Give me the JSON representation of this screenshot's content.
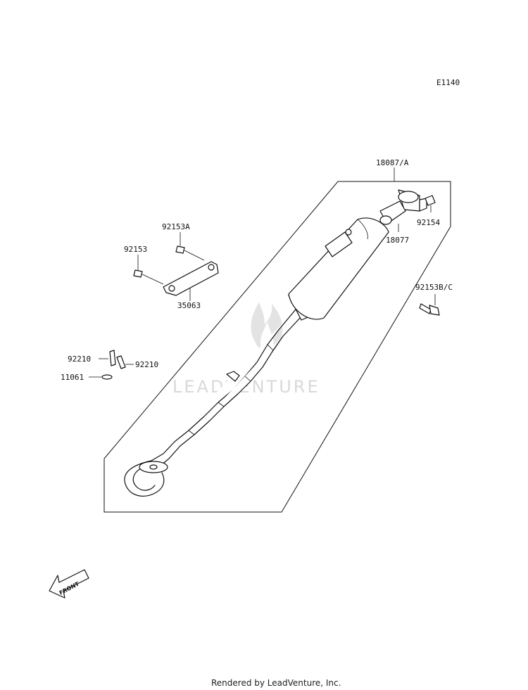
{
  "diagram_code": "E1140",
  "watermark": "LEADVENTURE",
  "footer": "Rendered by LeadVenture, Inc.",
  "front_label": "FRONT",
  "parts": {
    "muffler_assy": "18087/A",
    "muffler_tip": "18077",
    "screw_tip": "92154",
    "bolt_muffler": "92153B/C",
    "bolt_upper": "92153A",
    "bolt_lower": "92153",
    "bracket": "35063",
    "clip_left": "92210",
    "clip_right": "92210",
    "gasket": "11061"
  }
}
